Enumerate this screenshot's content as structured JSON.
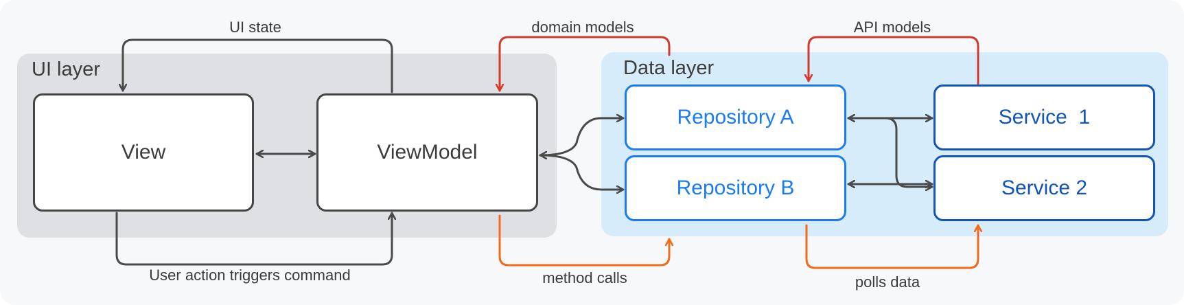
{
  "colors": {
    "canvas_bg": "#f7f8fa",
    "ui_layer_bg": "#dfe0e3",
    "data_layer_bg": "#d7ecfa",
    "dark_arrow": "#4a4a4a",
    "red_arrow": "#d43a2c",
    "orange_arrow": "#f26a1b",
    "repo_blue": "#1a7cf0",
    "service_blue": "#1255b5"
  },
  "layers": {
    "ui": {
      "title": "UI layer"
    },
    "data": {
      "title": "Data layer"
    }
  },
  "nodes": {
    "view": "View",
    "viewmodel": "ViewModel",
    "repo_a": "Repository A",
    "repo_b": "Repository B",
    "service_1": "Service  1",
    "service_2": "Service 2"
  },
  "edge_labels": {
    "ui_state": "UI state",
    "user_action": "User action triggers command",
    "domain_models": "domain models",
    "method_calls": "method calls",
    "api_models": "API models",
    "polls_data": "polls data"
  }
}
